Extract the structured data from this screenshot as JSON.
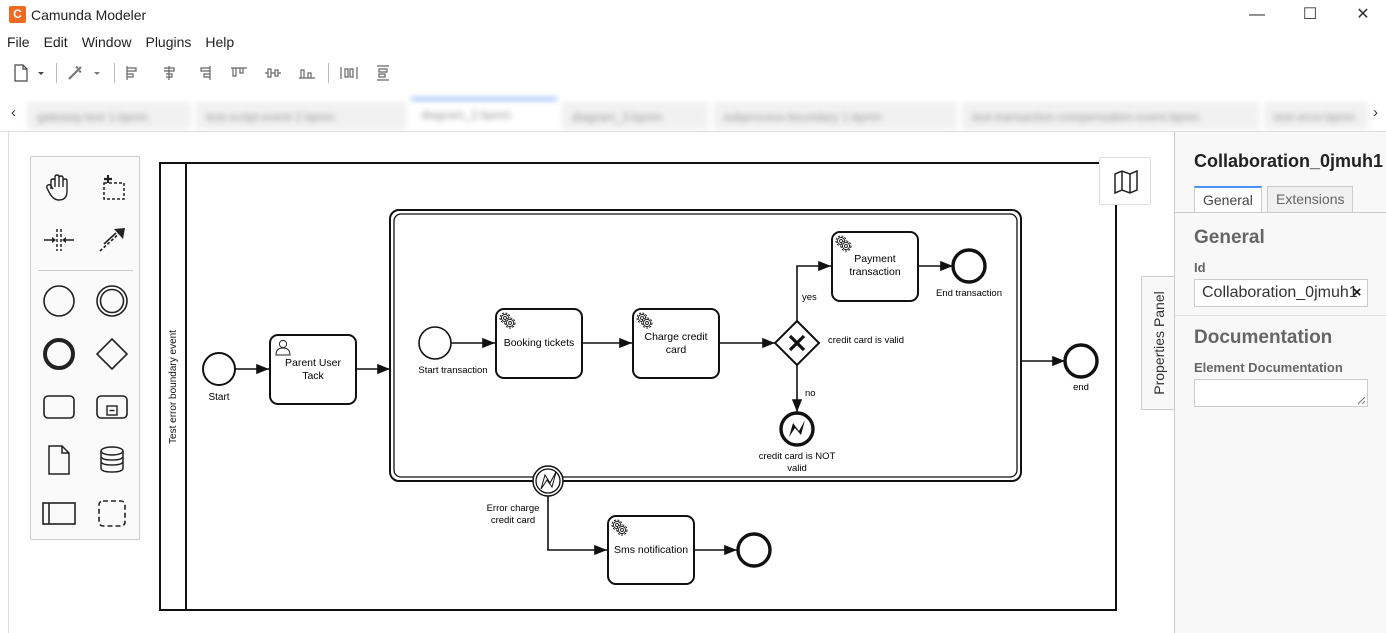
{
  "window": {
    "app_icon": "camunda-logo-icon",
    "logo_glyph": "C",
    "title": "Camunda Modeler",
    "minimize": "—",
    "maximize": "☐",
    "close": "✕"
  },
  "menu": [
    "File",
    "Edit",
    "Window",
    "Plugins",
    "Help"
  ],
  "toolbar": {
    "icons": [
      "new-file-icon",
      "dropdown-icon",
      "edit-wand-icon",
      "dropdown-icon",
      "align-left-icon",
      "align-center-icon",
      "align-right-icon",
      "align-top-icon",
      "align-middle-icon",
      "align-bottom-icon",
      "distribute-horizontal-icon",
      "distribute-vertical-icon"
    ]
  },
  "tabs": {
    "prev_arrow": "‹",
    "next_arrow": "›",
    "items": [
      "gateway-test 1.bpmn",
      "test-script-event 2.bpmn",
      "diagram_2.bpmn",
      "diagram_3.bpmn",
      "subprocess-boundary 1.bpmn",
      "test-transaction-compensation-event.bpmn",
      "test-error.bpmn"
    ],
    "active_index": 2
  },
  "palette": {
    "tools": [
      "hand-tool-icon",
      "lasso-tool-icon",
      "space-tool-icon",
      "global-connect-icon"
    ],
    "shapes": [
      "start-event-icon",
      "intermediate-event-icon",
      "end-event-icon",
      "gateway-icon",
      "task-icon",
      "subprocess-icon",
      "data-object-icon",
      "data-store-icon",
      "participant-icon",
      "group-icon"
    ]
  },
  "minimap_icon": "map-icon",
  "diagram": {
    "pool_label": "Test error boundary event",
    "start": "Start",
    "parent_task": [
      "Parent User",
      "Tack"
    ],
    "start_transaction": "Start transaction",
    "booking": "Booking tickets",
    "charge": [
      "Charge credit",
      "card"
    ],
    "gateway_label": "credit card is valid",
    "yes": "yes",
    "no": "no",
    "payment": [
      "Payment",
      "transaction"
    ],
    "end_transaction": "End transaction",
    "error_end": [
      "credit card is NOT",
      "valid"
    ],
    "end": "end",
    "boundary_label": [
      "Error charge",
      "credit card"
    ],
    "sms": "Sms notification"
  },
  "properties_toggle": "Properties Panel",
  "properties": {
    "element_id": "Collaboration_0jmuh1",
    "tabs": [
      "General",
      "Extensions"
    ],
    "group_general": "General",
    "id_label": "Id",
    "id_value": "Collaboration_0jmuh1",
    "clear": "×",
    "group_documentation": "Documentation",
    "doc_label": "Element Documentation"
  }
}
